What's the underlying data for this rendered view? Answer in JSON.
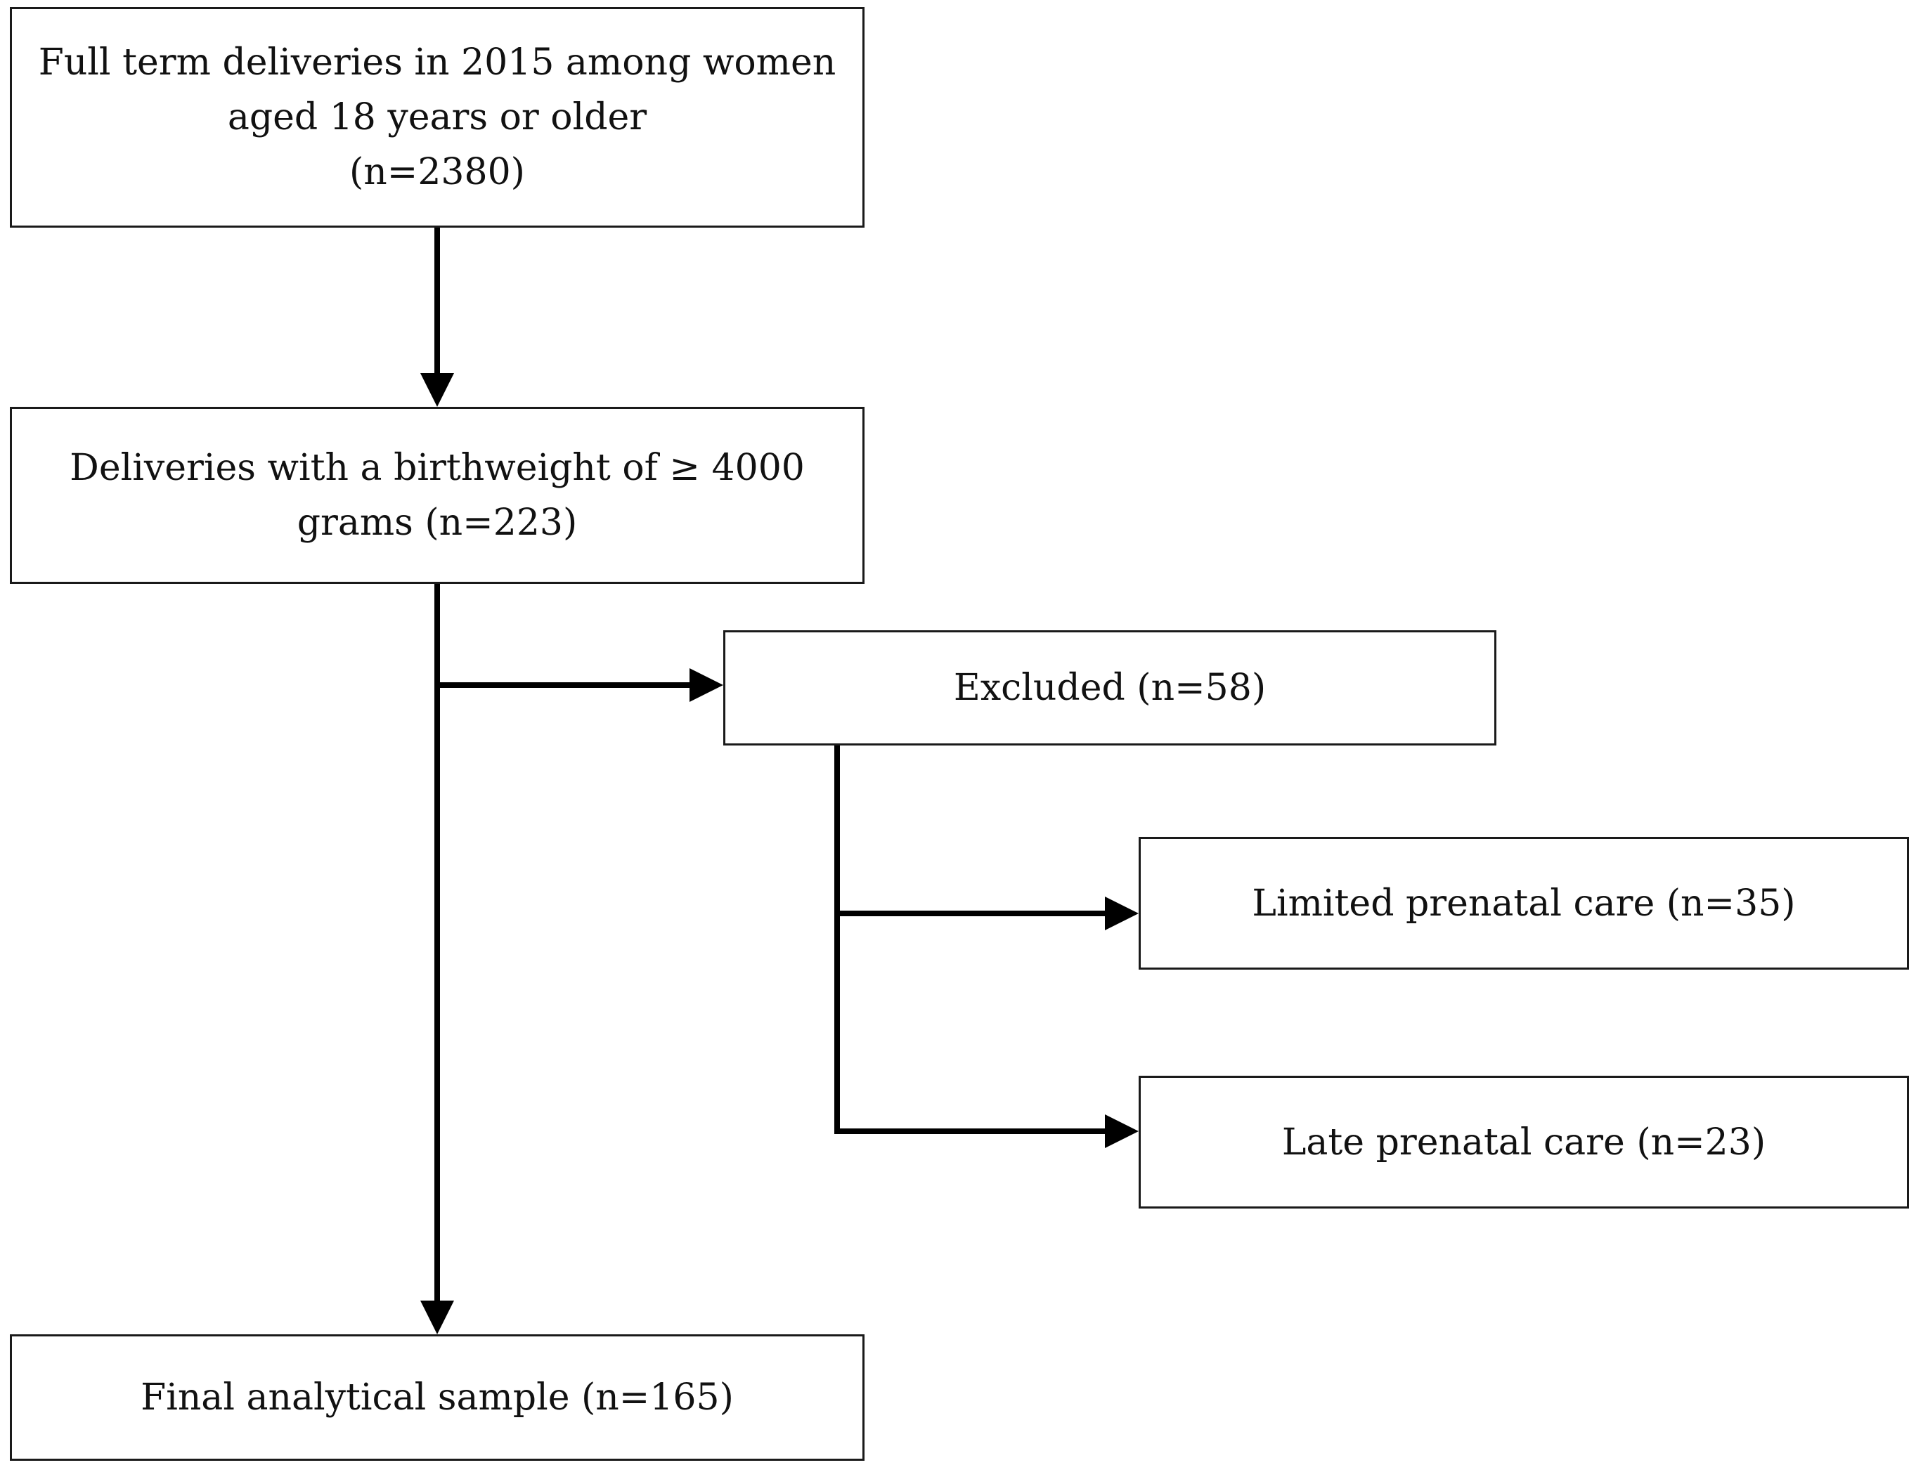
{
  "flowchart": {
    "total": {
      "lines": [
        "Full term deliveries in 2015 among women",
        "aged 18 years or older",
        "(n=2380)"
      ]
    },
    "macrosomia": {
      "lines": [
        "Deliveries with a birthweight of ≥ 4000",
        "grams (n=223)"
      ]
    },
    "excluded": {
      "lines": [
        "Excluded (n=58)"
      ]
    },
    "limited_care": {
      "lines": [
        "Limited prenatal care (n=35)"
      ]
    },
    "late_care": {
      "lines": [
        "Late prenatal care (n=23)"
      ]
    },
    "final": {
      "lines": [
        "Final analytical sample (n=165)"
      ]
    }
  }
}
